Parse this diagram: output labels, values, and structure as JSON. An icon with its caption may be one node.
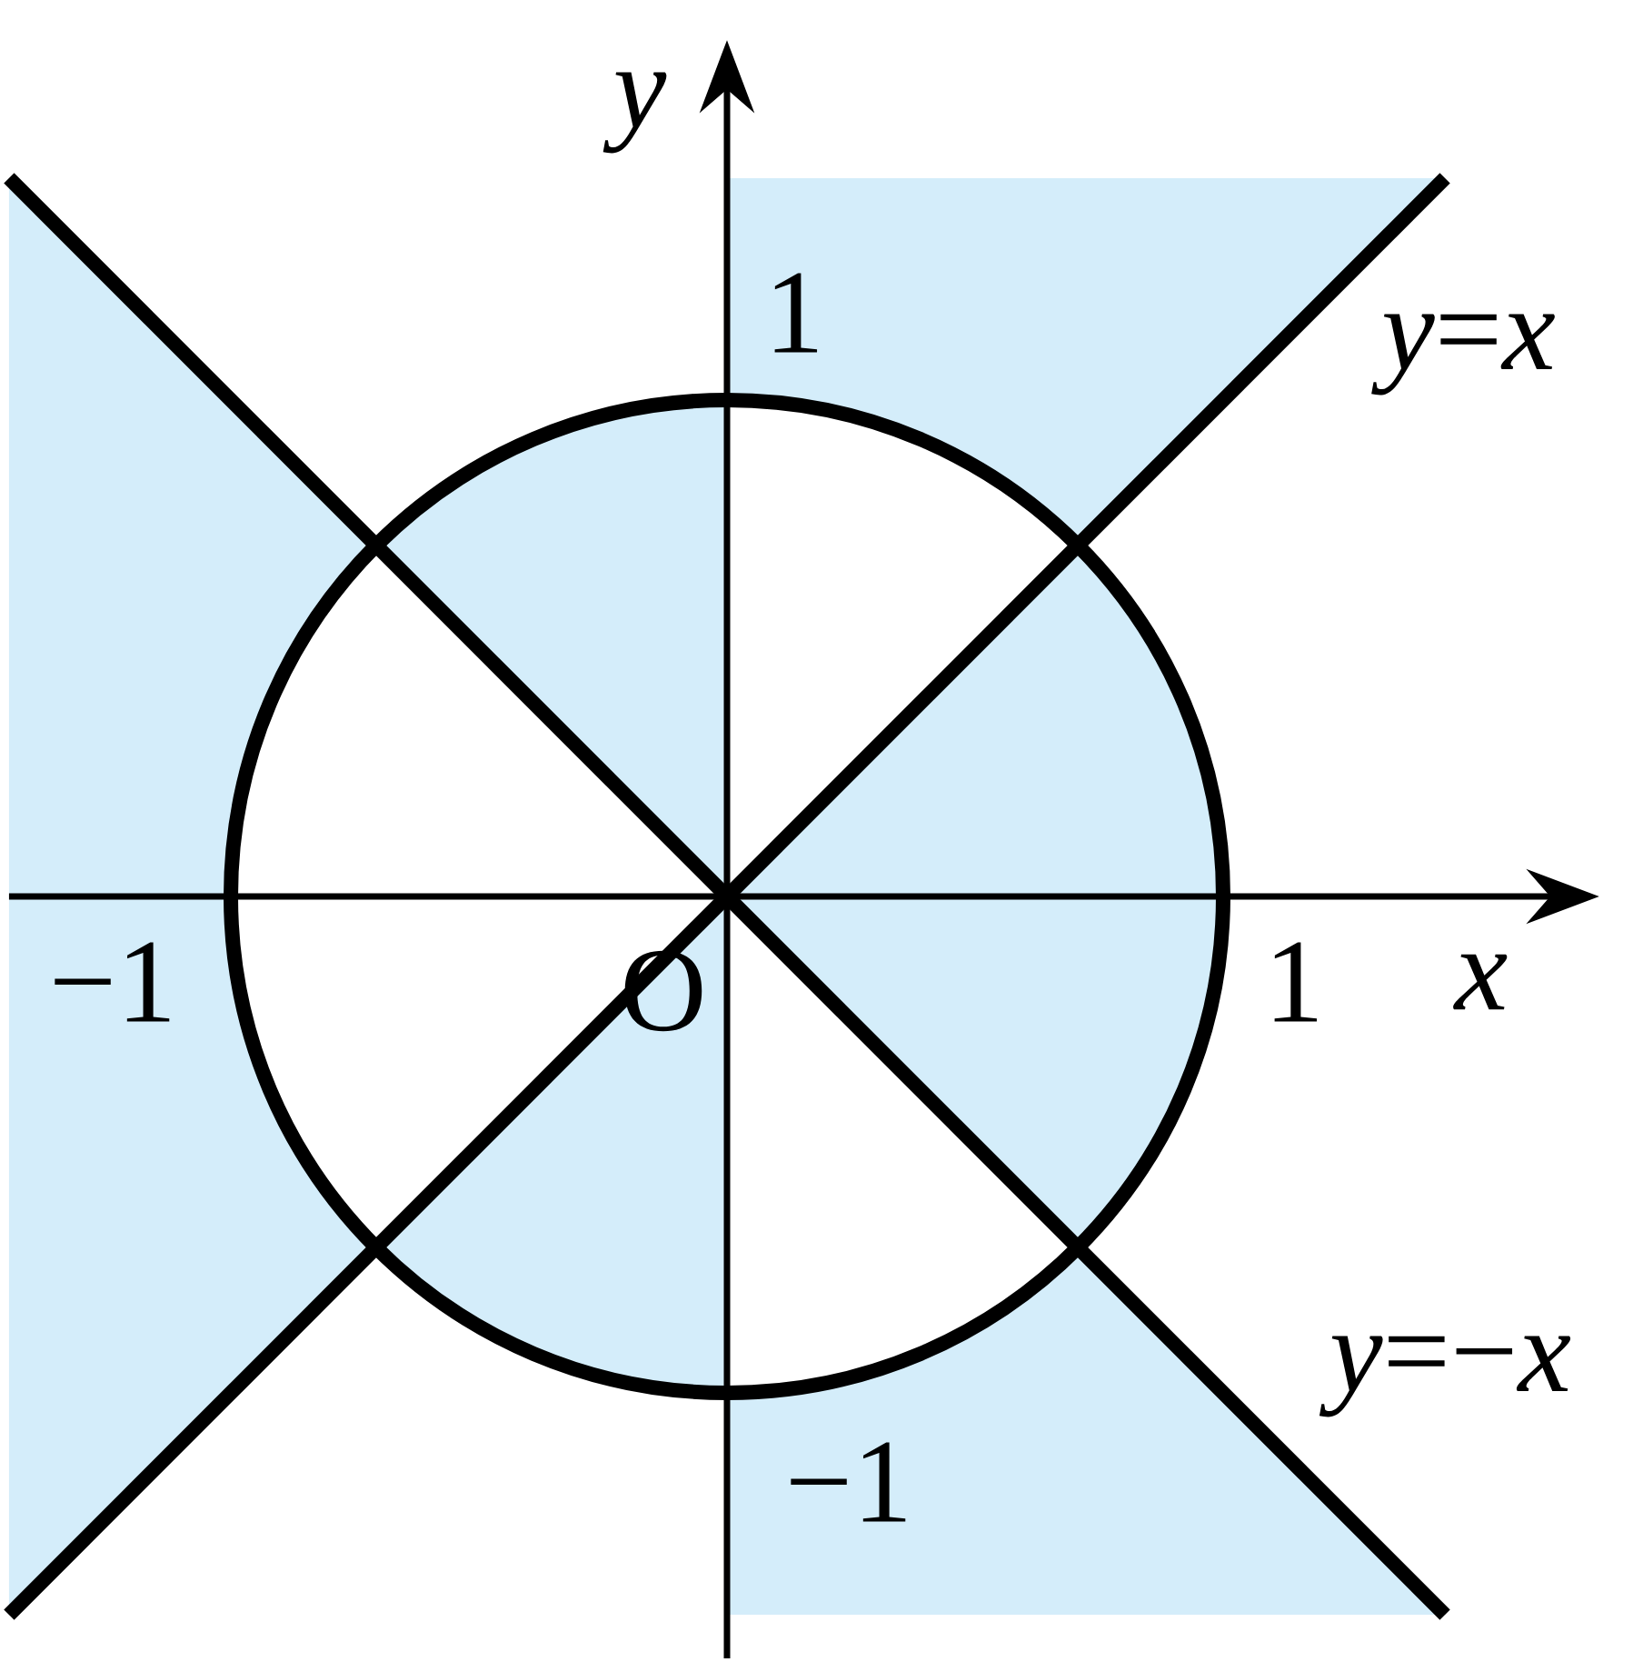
{
  "diagram": {
    "labels": [
      "y",
      "1",
      "*y*=*x*",
      "−1",
      "O",
      "1",
      "x",
      "*y*=−*x*",
      "−1"
    ]
  }
}
